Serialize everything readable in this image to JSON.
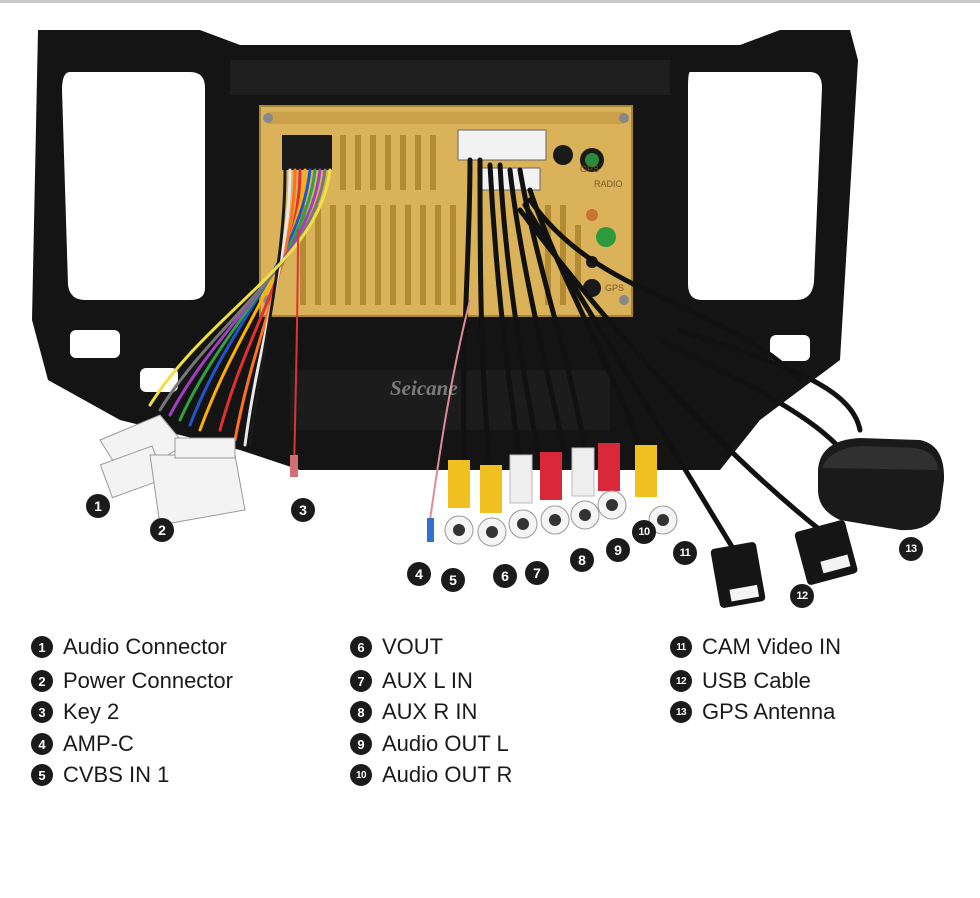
{
  "watermark": "Seicane",
  "unit_labels": {
    "gps_top": "GPS",
    "radio": "RADIO",
    "gps_bottom": "GPS"
  },
  "callouts": [
    "1",
    "2",
    "3",
    "4",
    "5",
    "6",
    "7",
    "8",
    "9",
    "10",
    "11",
    "12",
    "13"
  ],
  "legend": [
    {
      "num": "1",
      "label": "Audio Connector"
    },
    {
      "num": "2",
      "label": "Power Connector"
    },
    {
      "num": "3",
      "label": "Key 2"
    },
    {
      "num": "4",
      "label": "AMP-C"
    },
    {
      "num": "5",
      "label": "CVBS IN 1"
    },
    {
      "num": "6",
      "label": "VOUT"
    },
    {
      "num": "7",
      "label": "AUX L IN"
    },
    {
      "num": "8",
      "label": "AUX R IN"
    },
    {
      "num": "9",
      "label": "Audio OUT L"
    },
    {
      "num": "10",
      "label": "Audio OUT R"
    },
    {
      "num": "11",
      "label": "CAM Video IN"
    },
    {
      "num": "12",
      "label": "USB Cable"
    },
    {
      "num": "13",
      "label": "GPS Antenna"
    }
  ],
  "colors": {
    "frame": "#121212",
    "chassis": "#d9b25a",
    "rca_yellow": "#f0c020",
    "rca_white": "#efefef",
    "rca_red": "#d8283a",
    "connector": "#f3f3f3",
    "cable": "#111111"
  }
}
